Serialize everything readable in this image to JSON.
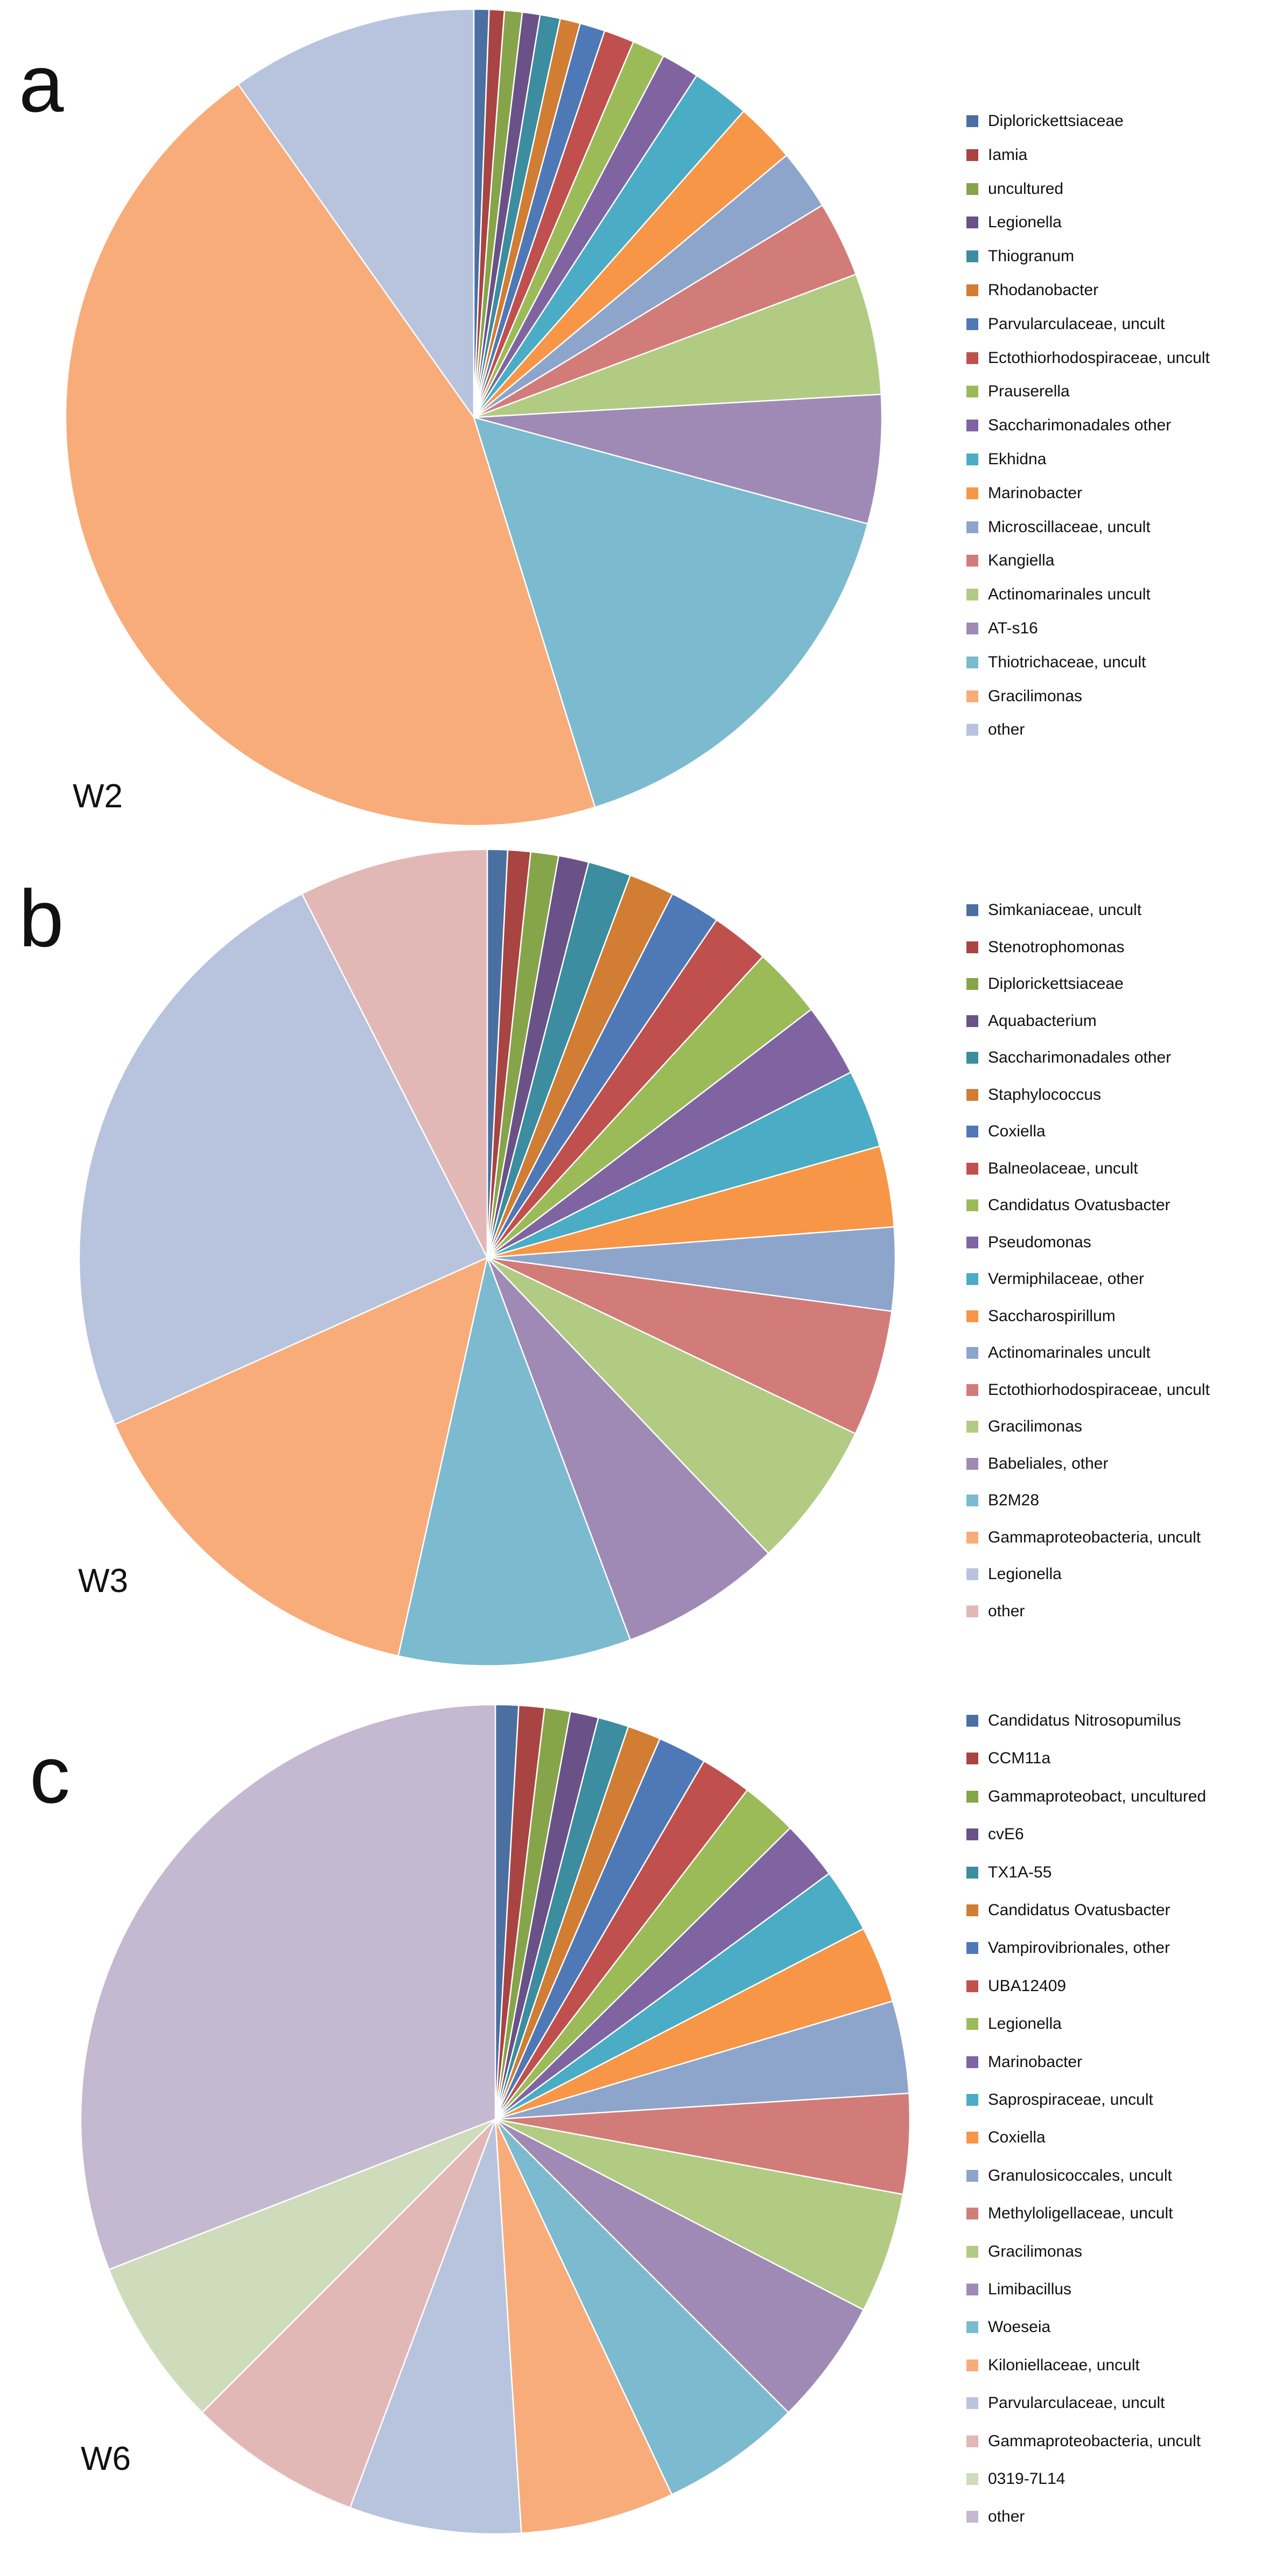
{
  "chart_data": [
    {
      "type": "pie",
      "panel_label": "a",
      "title": "W2",
      "slices": [
        {
          "label": "Diplorickettsiaceae",
          "value": 0.6,
          "color": "#4a6fa0"
        },
        {
          "label": "Iamia",
          "value": 0.6,
          "color": "#a84442"
        },
        {
          "label": "uncultured",
          "value": 0.7,
          "color": "#86a44a"
        },
        {
          "label": "Legionella",
          "value": 0.7,
          "color": "#6a5187"
        },
        {
          "label": "Thiogranum",
          "value": 0.8,
          "color": "#3b8d9f"
        },
        {
          "label": "Rhodanobacter",
          "value": 0.8,
          "color": "#d17d34"
        },
        {
          "label": "Parvularculaceae, uncult",
          "value": 1.0,
          "color": "#4f79b6"
        },
        {
          "label": "Ectothiorhodospiraceae, uncult",
          "value": 1.2,
          "color": "#c0504d"
        },
        {
          "label": "Prauserella",
          "value": 1.3,
          "color": "#9bbb59"
        },
        {
          "label": "Saccharimonadales other",
          "value": 1.5,
          "color": "#8064a2"
        },
        {
          "label": "Ekhidna",
          "value": 2.3,
          "color": "#4bacc6"
        },
        {
          "label": "Marinobacter",
          "value": 2.4,
          "color": "#f79646"
        },
        {
          "label": "Microscillaceae, uncult",
          "value": 2.4,
          "color": "#8ea5cb"
        },
        {
          "label": "Kangiella",
          "value": 3.0,
          "color": "#d27c7a"
        },
        {
          "label": "Actinomarinales uncult",
          "value": 4.8,
          "color": "#b2cb83"
        },
        {
          "label": "AT-s16",
          "value": 5.1,
          "color": "#9f8ab6"
        },
        {
          "label": "Thiotrichaceae, uncult",
          "value": 16.0,
          "color": "#7cbad0"
        },
        {
          "label": "Gracilimonas",
          "value": 45.0,
          "color": "#f8ac7a"
        },
        {
          "label": "other",
          "value": 9.8,
          "color": "#b8c4de"
        }
      ]
    },
    {
      "type": "pie",
      "panel_label": "b",
      "title": "W3",
      "slices": [
        {
          "label": "Simkaniaceae, uncult",
          "value": 0.8,
          "color": "#4a6fa0"
        },
        {
          "label": "Stenotrophomonas",
          "value": 0.9,
          "color": "#a84442"
        },
        {
          "label": "Diplorickettsiaceae",
          "value": 1.1,
          "color": "#86a44a"
        },
        {
          "label": "Aquabacterium",
          "value": 1.2,
          "color": "#6a5187"
        },
        {
          "label": "Saccharimonadales other",
          "value": 1.7,
          "color": "#3b8d9f"
        },
        {
          "label": "Staphylococcus",
          "value": 1.8,
          "color": "#d17d34"
        },
        {
          "label": "Coxiella",
          "value": 2.0,
          "color": "#4f79b6"
        },
        {
          "label": "Balneolaceae, uncult",
          "value": 2.3,
          "color": "#c0504d"
        },
        {
          "label": "Candidatus Ovatusbacter",
          "value": 2.8,
          "color": "#9bbb59"
        },
        {
          "label": "Pseudomonas",
          "value": 2.9,
          "color": "#8064a2"
        },
        {
          "label": "Vermiphilaceae, other",
          "value": 3.1,
          "color": "#4bacc6"
        },
        {
          "label": "Saccharospirillum",
          "value": 3.2,
          "color": "#f79646"
        },
        {
          "label": "Actinomarinales uncult",
          "value": 3.3,
          "color": "#8ea5cb"
        },
        {
          "label": "Ectothiorhodospiraceae, uncult",
          "value": 5.0,
          "color": "#d27c7a"
        },
        {
          "label": "Gracilimonas",
          "value": 5.8,
          "color": "#b2cb83"
        },
        {
          "label": "Babeliales, other",
          "value": 6.4,
          "color": "#9f8ab6"
        },
        {
          "label": "B2M28",
          "value": 9.2,
          "color": "#7cbad0"
        },
        {
          "label": "Gammaproteobacteria, uncult",
          "value": 14.8,
          "color": "#f8ac7a"
        },
        {
          "label": "Legionella",
          "value": 24.2,
          "color": "#b8c4de"
        },
        {
          "label": "other",
          "value": 7.5,
          "color": "#e2b8b7"
        }
      ]
    },
    {
      "type": "pie",
      "panel_label": "c",
      "title": "W6",
      "slices": [
        {
          "label": "Candidatus Nitrosopumilus",
          "value": 0.9,
          "color": "#4a6fa0"
        },
        {
          "label": "CCM11a",
          "value": 1.0,
          "color": "#a84442"
        },
        {
          "label": "Gammaproteobact, uncultured",
          "value": 1.0,
          "color": "#86a44a"
        },
        {
          "label": "cvE6",
          "value": 1.1,
          "color": "#6a5187"
        },
        {
          "label": "TX1A-55",
          "value": 1.2,
          "color": "#3b8d9f"
        },
        {
          "label": "Candidatus Ovatusbacter",
          "value": 1.3,
          "color": "#d17d34"
        },
        {
          "label": "Vampirovibrionales, other",
          "value": 1.9,
          "color": "#4f79b6"
        },
        {
          "label": "UBA12409",
          "value": 2.0,
          "color": "#c0504d"
        },
        {
          "label": "Legionella",
          "value": 2.2,
          "color": "#9bbb59"
        },
        {
          "label": "Marinobacter",
          "value": 2.3,
          "color": "#8064a2"
        },
        {
          "label": "Saprospiraceae, uncult",
          "value": 2.5,
          "color": "#4bacc6"
        },
        {
          "label": "Coxiella",
          "value": 3.0,
          "color": "#f79646"
        },
        {
          "label": "Granulosicoccales, uncult",
          "value": 3.6,
          "color": "#8ea5cb"
        },
        {
          "label": "Methyloligellaceae, uncult",
          "value": 3.9,
          "color": "#d27c7a"
        },
        {
          "label": "Gracilimonas",
          "value": 4.7,
          "color": "#b2cb83"
        },
        {
          "label": "Limibacillus",
          "value": 4.9,
          "color": "#9f8ab6"
        },
        {
          "label": "Woeseia",
          "value": 5.5,
          "color": "#7cbad0"
        },
        {
          "label": "Kiloniellaceae, uncult",
          "value": 6.0,
          "color": "#f8ac7a"
        },
        {
          "label": "Parvularculaceae, uncult",
          "value": 6.7,
          "color": "#b8c4de"
        },
        {
          "label": "Gammaproteobacteria, uncult",
          "value": 6.8,
          "color": "#e2b8b7"
        },
        {
          "label": "0319-7L14",
          "value": 6.6,
          "color": "#cfdcbb"
        },
        {
          "label": "other",
          "value": 30.9,
          "color": "#c4b9d0"
        }
      ]
    }
  ]
}
